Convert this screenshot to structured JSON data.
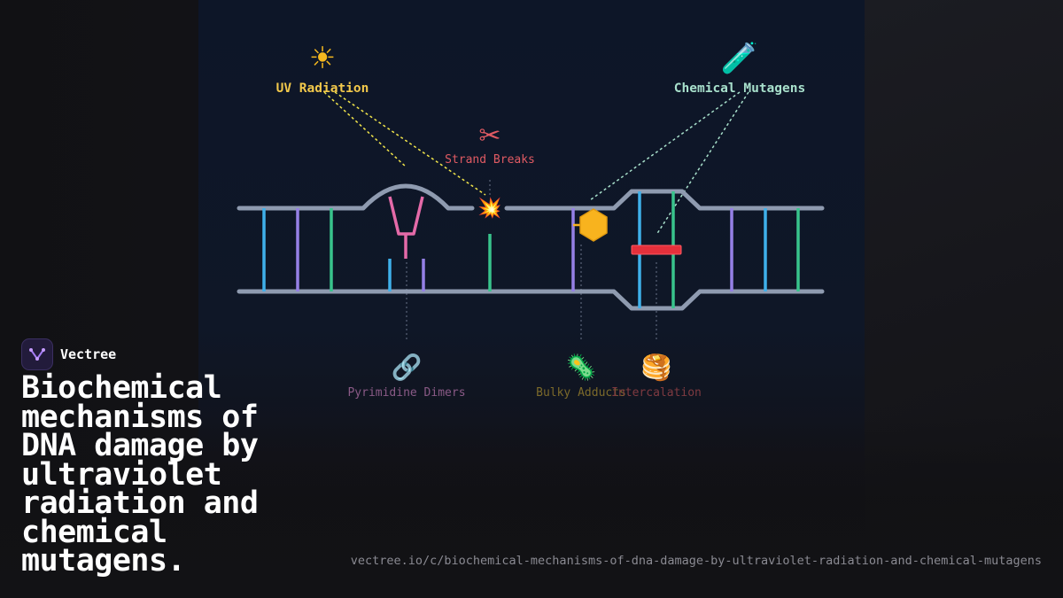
{
  "brand": {
    "name": "Vectree"
  },
  "title": "Biochemical mechanisms of DNA damage by ultraviolet radiation and chemical mutagens.",
  "url": "vectree.io/c/biochemical-mechanisms-of-dna-damage-by-ultraviolet-radiation-and-chemical-mutagens",
  "diagram": {
    "sources": [
      {
        "label": "UV Radiation",
        "icon": "sun-icon",
        "glyph": "☀",
        "color": "#f2c84b"
      },
      {
        "label": "Chemical Mutagens",
        "icon": "test-tube-icon",
        "glyph": "🧪",
        "color": "#a8e0cc"
      }
    ],
    "damage_types": [
      {
        "label": "Strand Breaks",
        "icon": "scissors-icon",
        "glyph": "✂",
        "color": "#e05a63"
      },
      {
        "label": "Pyrimidine Dimers",
        "icon": "link-icon",
        "glyph": "🔗",
        "color": "#8a5a86"
      },
      {
        "label": "Bulky Adducts",
        "icon": "microbe-icon",
        "glyph": "🦠",
        "color": "#7c6a2a"
      },
      {
        "label": "Intercalation",
        "icon": "pancakes-icon",
        "glyph": "🥞",
        "color": "#7e3a40"
      }
    ],
    "break_icon": {
      "icon": "collision-icon",
      "glyph": "💥"
    },
    "colors": {
      "backbone": "#8f9bb0",
      "base_blue": "#3fb0ea",
      "base_purple": "#9580e6",
      "base_green": "#38c48c",
      "dimer_pink": "#e46aa8",
      "adduct_orange": "#f8b31e",
      "intercalator_red": "#e5303b"
    }
  }
}
